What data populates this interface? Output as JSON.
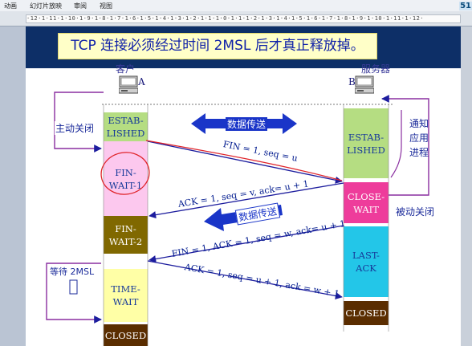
{
  "menu": {
    "items": [
      "动画",
      "幻灯片放映",
      "审阅",
      "视图"
    ]
  },
  "ruler": {
    "scale_text": "·12·1·11·1·10·1·9·1·8·1·7·1·6·1·5·1·4·1·3·1·2·1·1·1·0·1·1·1·2·1·3·1·4·1·5·1·6·1·7·1·8·1·9·1·10·1·11·1·12·"
  },
  "corner": {
    "number": "51"
  },
  "slide": {
    "title": "TCP 连接必须经过时间 2MSL 后才真正释放掉。",
    "client": {
      "name": "客户",
      "letter": "A"
    },
    "server": {
      "name": "服务器",
      "letter": "B"
    },
    "client_states": {
      "established": "ESTAB-\nLISHED",
      "fin_wait_1": "FIN-\nWAIT-1",
      "fin_wait_2": "FIN-\nWAIT-2",
      "time_wait": "TIME-\nWAIT",
      "closed": "CLOSED"
    },
    "server_states": {
      "established": "ESTAB-\nLISHED",
      "close_wait": "CLOSE-\nWAIT",
      "last_ack": "LAST-\nACK",
      "closed": "CLOSED"
    },
    "labels": {
      "active_close": "主动关闭",
      "passive_close": "被动关闭",
      "notify_app": "通知\n应用\n进程",
      "wait_2msl": "等待 2MSL",
      "data_transfer_1": "数据传送",
      "data_transfer_2": "数据传送"
    },
    "messages": {
      "fin1": "FIN = 1, seq = u",
      "ack1": "ACK = 1, seq = v, ack= u + 1",
      "fin2": "FIN = 1, ACK = 1, seq = w, ack= u + 1",
      "ack2": "ACK = 1, seq = u + 1, ack = w + 1"
    },
    "colors": {
      "banner": "#0d2f67",
      "title_bg": "#ffffc8",
      "title_text": "#0f20a8",
      "established": "#b5dd82",
      "fin_wait_1": "#fcc8ee",
      "fin_wait_2": "#806800",
      "time_wait": "#ffffa6",
      "closed": "#5a2d00",
      "close_wait": "#ee3c9b",
      "last_ack": "#23c6e8",
      "arrow": "#1d1d9e",
      "data_arrow": "#1a35c8"
    }
  }
}
